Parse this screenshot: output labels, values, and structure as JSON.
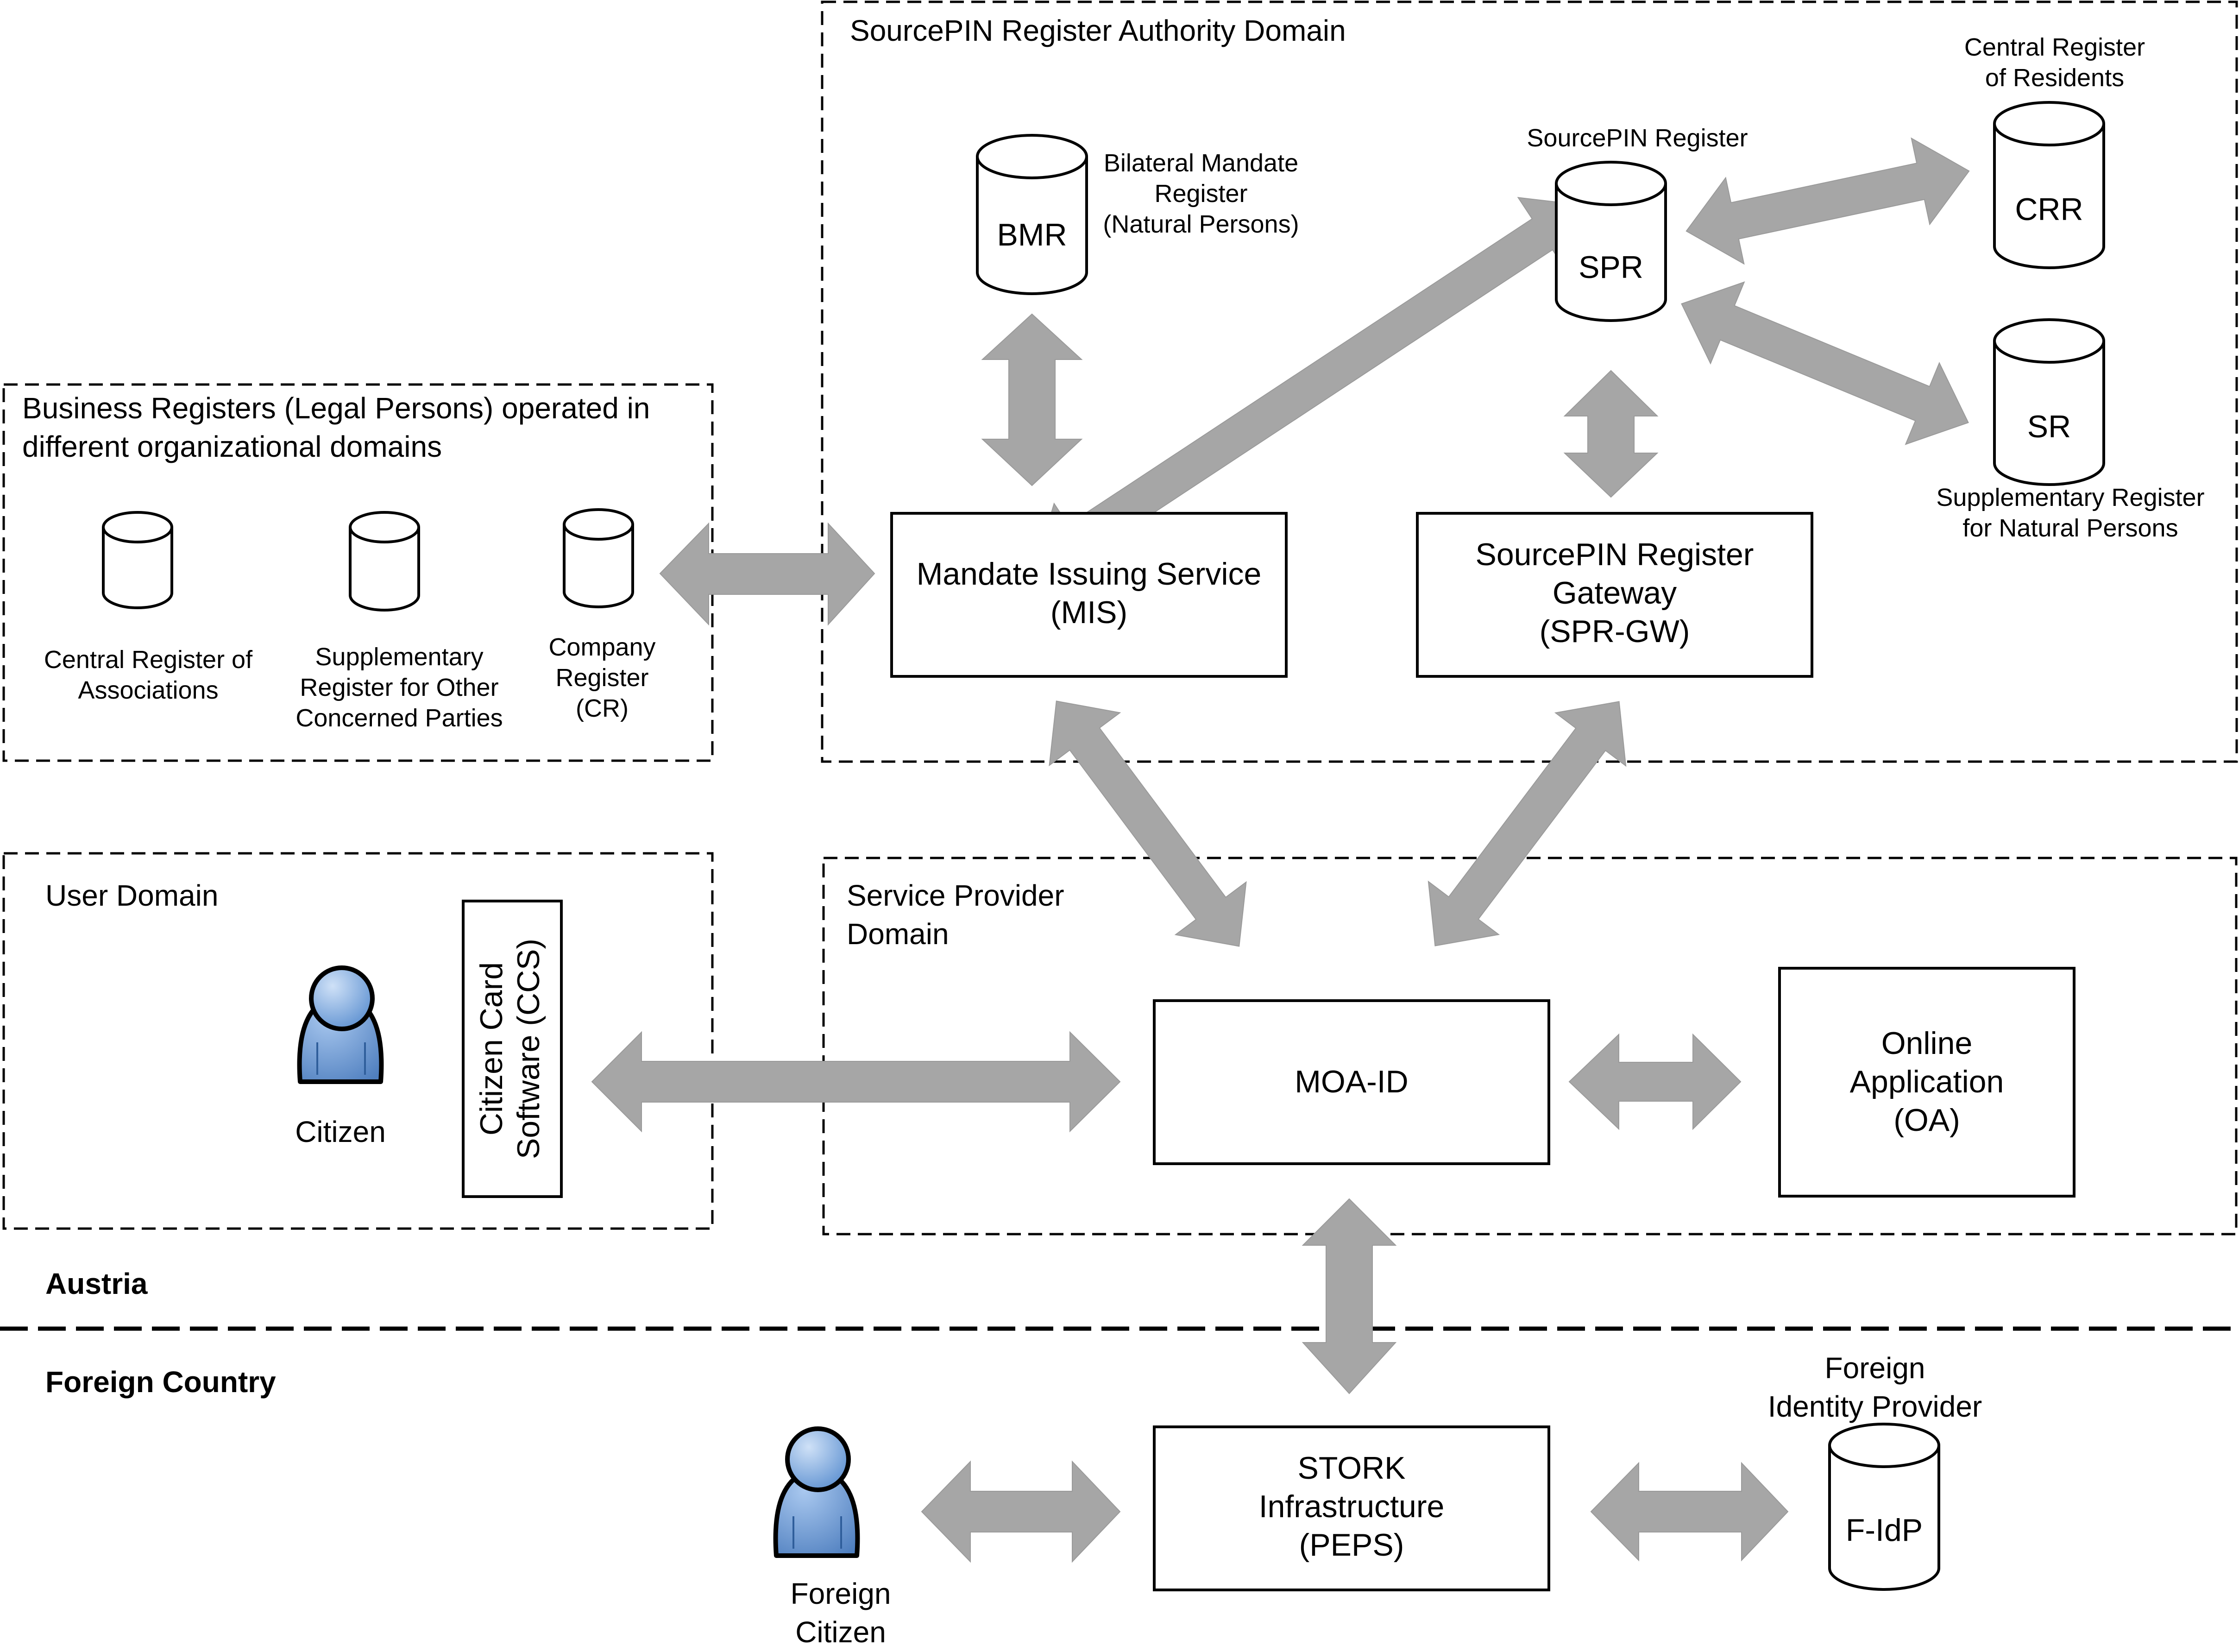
{
  "domains": {
    "sourcepin_authority": "SourcePIN Register Authority Domain",
    "business_registers": [
      "Business Registers (Legal Persons) operated in",
      "different organizational domains"
    ],
    "user": "User Domain",
    "service_provider": [
      "Service Provider",
      "Domain"
    ]
  },
  "regions": {
    "austria": "Austria",
    "foreign": "Foreign Country"
  },
  "registers": {
    "bmr": {
      "label": "BMR",
      "caption": [
        "Bilateral Mandate",
        "Register",
        "(Natural Persons)"
      ]
    },
    "spr": {
      "label": "SPR",
      "caption": [
        "SourcePIN Register"
      ]
    },
    "crr": {
      "label": "CRR",
      "caption": [
        "Central Register",
        "of Residents"
      ]
    },
    "sr": {
      "label": "SR",
      "caption": [
        "Supplementary Register",
        "for Natural Persons"
      ]
    },
    "cra": {
      "caption": [
        "Central Register of",
        "Associations"
      ]
    },
    "srocp": {
      "caption": [
        "Supplementary",
        "Register for Other",
        "Concerned Parties"
      ]
    },
    "cr": {
      "caption": [
        "Company",
        "Register",
        "(CR)"
      ]
    },
    "fidp": {
      "label": "F-IdP",
      "caption": [
        "Foreign",
        "Identity Provider"
      ]
    }
  },
  "boxes": {
    "mis": [
      "Mandate Issuing Service",
      "(MIS)"
    ],
    "sprgw": [
      "SourcePIN Register",
      "Gateway",
      "(SPR-GW)"
    ],
    "moaid": [
      "MOA-ID"
    ],
    "oa": [
      "Online",
      "Application",
      "(OA)"
    ],
    "stork": [
      "STORK",
      "Infrastructure",
      "(PEPS)"
    ],
    "ccs": [
      "Citizen Card",
      "Software (CCS)"
    ]
  },
  "actors": {
    "citizen": [
      "Citizen"
    ],
    "foreign_citizen": [
      "Foreign",
      "Citizen"
    ]
  },
  "colors": {
    "arrow": "#a6a6a6",
    "person_fill": "#5b8fd0",
    "person_highlight": "#a9c8ef"
  },
  "icons": {
    "person": "person-icon",
    "database": "cylinder-icon"
  }
}
